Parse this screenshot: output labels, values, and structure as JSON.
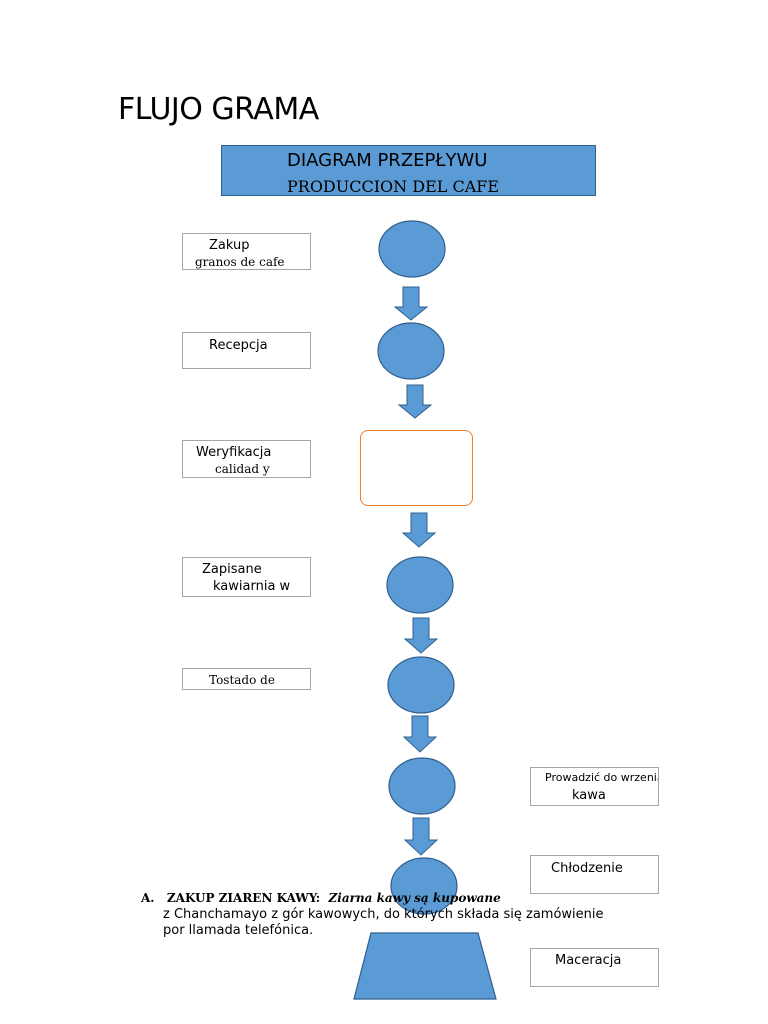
{
  "page_title": "FLUJO GRAMA",
  "header": {
    "line1": "DIAGRAM PRZEPŁYWU",
    "line2": "PRODUCCION DEL CAFE"
  },
  "step_labels": [
    {
      "line1": "Zakup",
      "line2": "granos de cafe"
    },
    {
      "line1": "Recepcja"
    },
    {
      "line1": "Weryfikacja",
      "line2": "calidad y"
    },
    {
      "line1": "Zapisane",
      "line2": "kawiarnia w"
    },
    {
      "line1": "Tostado de"
    }
  ],
  "right_labels": [
    {
      "line1": "Prowadzić do wrzenia",
      "line2": "kawa"
    },
    {
      "line1": "Chłodzenie"
    },
    {
      "line1": "Maceracja"
    }
  ],
  "paragraph": {
    "marker": "A.",
    "lead_bold": "ZAKUP ZIAREN KAWY:",
    "lead_italic": "Ziarna kawy są kupowane",
    "line2": "z Chanchamayo z gór kawowych, do których składa się zamówienie",
    "line3": "por llamada telefónica."
  },
  "colors": {
    "shape_fill": "#5b9bd5",
    "shape_stroke": "#2f5f8f",
    "decision_border": "#ed7d31",
    "label_border": "#a6a6a6"
  }
}
